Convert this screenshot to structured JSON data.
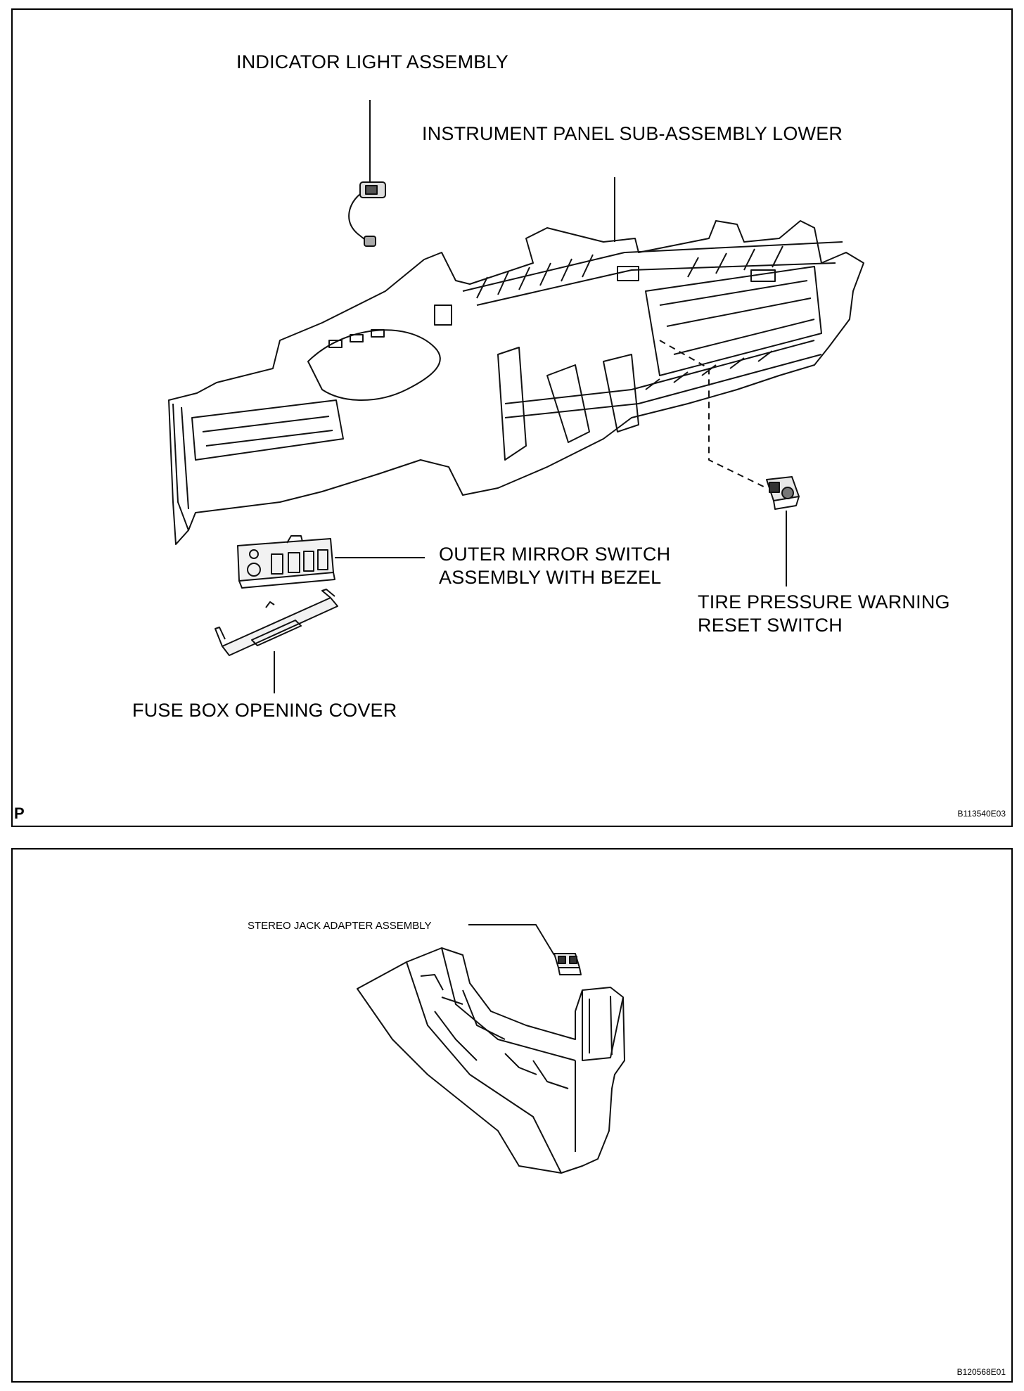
{
  "top_figure": {
    "labels": {
      "indicator_light": "INDICATOR LIGHT ASSEMBLY",
      "instrument_panel": "INSTRUMENT PANEL SUB-ASSEMBLY LOWER",
      "outer_mirror": "OUTER MIRROR SWITCH\nASSEMBLY WITH BEZEL",
      "tire_pressure": "TIRE PRESSURE WARNING\nRESET SWITCH",
      "fuse_box": "FUSE BOX OPENING COVER"
    },
    "corner_mark": "P",
    "figure_code": "B113540E03"
  },
  "bottom_figure": {
    "labels": {
      "stereo_jack": "STEREO JACK ADAPTER ASSEMBLY"
    },
    "figure_code": "B120568E01"
  }
}
